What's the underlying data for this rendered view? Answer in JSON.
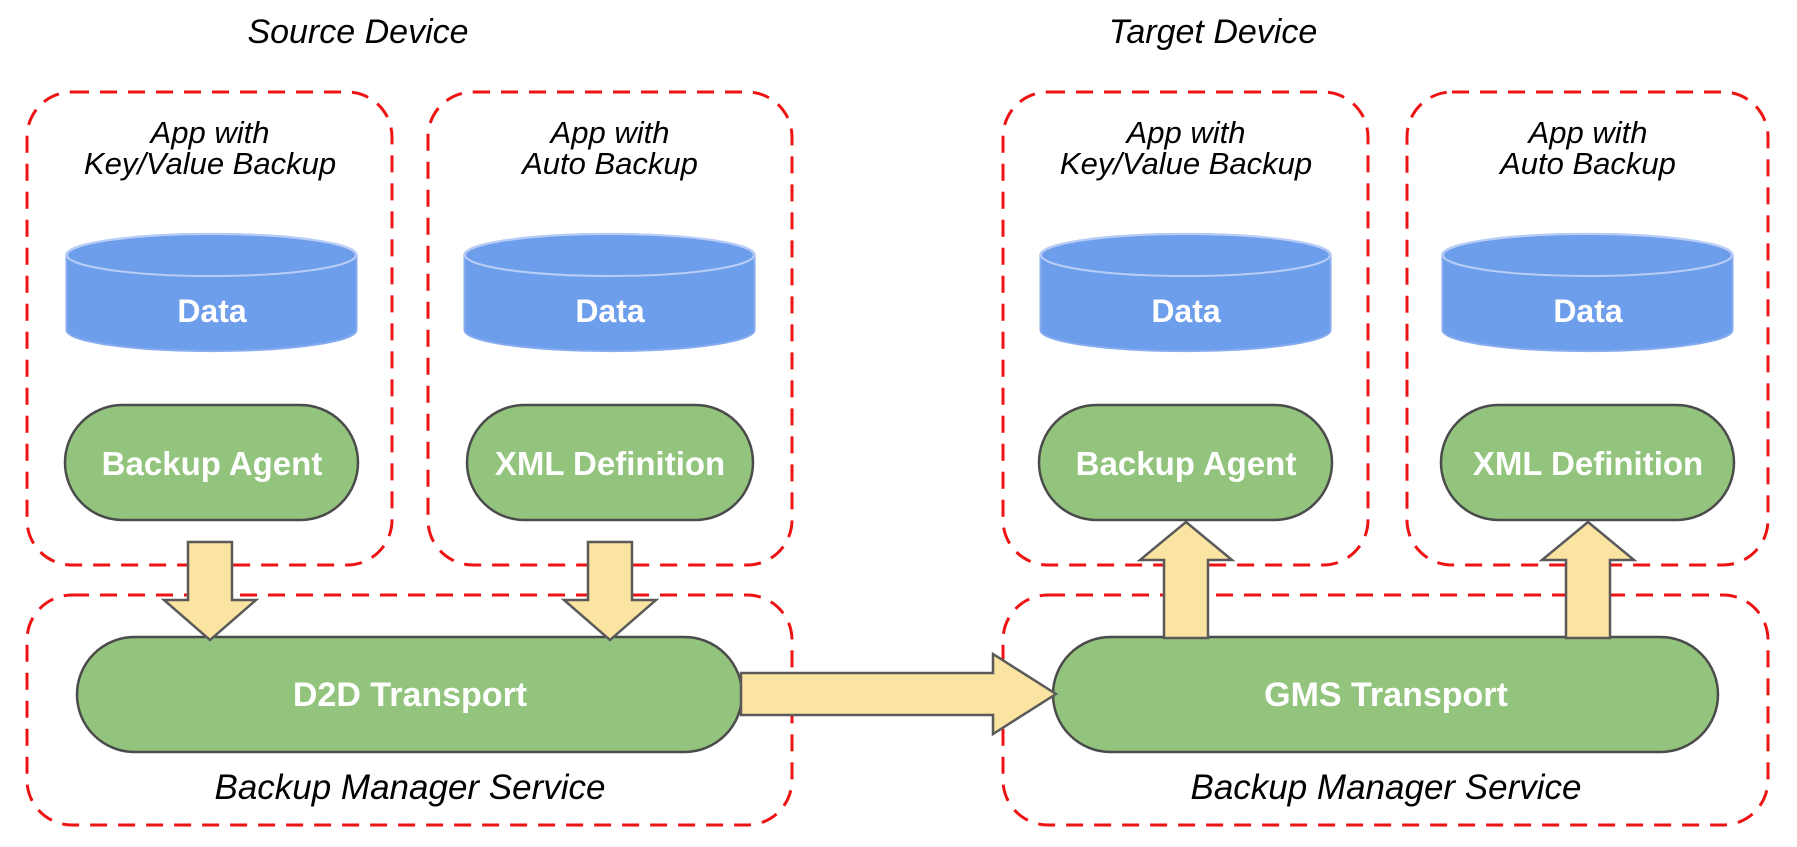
{
  "source": {
    "title": "Source Device",
    "apps": [
      {
        "line1": "App with",
        "line2": "Key/Value Backup",
        "data_label": "Data",
        "component": "Backup Agent"
      },
      {
        "line1": "App with",
        "line2": "Auto Backup",
        "data_label": "Data",
        "component": "XML Definition"
      }
    ],
    "service": {
      "transport": "D2D Transport",
      "label": "Backup Manager Service"
    }
  },
  "target": {
    "title": "Target Device",
    "apps": [
      {
        "line1": "App with",
        "line2": "Key/Value Backup",
        "data_label": "Data",
        "component": "Backup Agent"
      },
      {
        "line1": "App with",
        "line2": "Auto Backup",
        "data_label": "Data",
        "component": "XML Definition"
      }
    ],
    "service": {
      "transport": "GMS Transport",
      "label": "Backup Manager Service"
    }
  },
  "colors": {
    "data_store_fill": "#6d9eeb",
    "component_fill": "#93c47d",
    "arrow_fill": "#fbe3a2",
    "boundary_stroke": "#ee1313"
  }
}
